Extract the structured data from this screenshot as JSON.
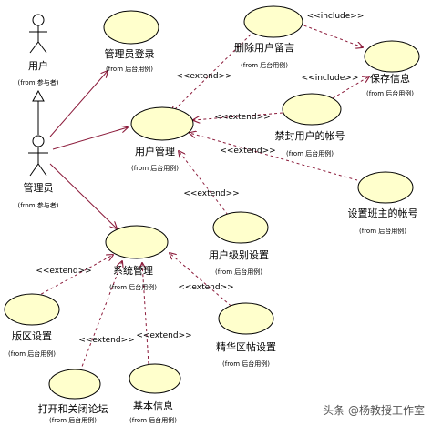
{
  "actors": {
    "user": {
      "name": "用户",
      "from": "(from 参与者)"
    },
    "admin": {
      "name": "管理员",
      "from": "(from 参与者)"
    }
  },
  "use_cases": {
    "admin_login": {
      "name": "管理员登录",
      "from": "(from 后台用例)"
    },
    "user_mgmt": {
      "name": "用户管理",
      "from": "(from 后台用例)"
    },
    "system_mgmt": {
      "name": "系统管理",
      "from": "(from 后台用例)"
    },
    "delete_msg": {
      "name": "删除用户留言",
      "from": "(from 后台用例)"
    },
    "save_info": {
      "name": "保存信息",
      "from": "(from 后台用例)"
    },
    "ban_account": {
      "name": "禁封用户的帐号",
      "from": "(from 后台用例)"
    },
    "set_moderator": {
      "name": "设置班主的帐号",
      "from": "(from 后台用例)"
    },
    "user_level": {
      "name": "用户级别设置",
      "from": "(from 后台用例)"
    },
    "section_set": {
      "name": "版区设置",
      "from": "(from 后台用例)"
    },
    "toggle_forum": {
      "name": "打开和关闭论坛",
      "from": "(from 后台用例)"
    },
    "basic_info": {
      "name": "基本信息",
      "from": "(from 后台用例)"
    },
    "essence_set": {
      "name": "精华区帖设置",
      "from": "(from 后台用例)"
    }
  },
  "stereotypes": {
    "include": "<<include>>",
    "extend": "<<extend>>"
  },
  "watermark": "头条 @杨教授工作室",
  "colors": {
    "usecase_fill": "#FFFFCC",
    "line": "#8B1A3A",
    "outline": "#000000"
  }
}
